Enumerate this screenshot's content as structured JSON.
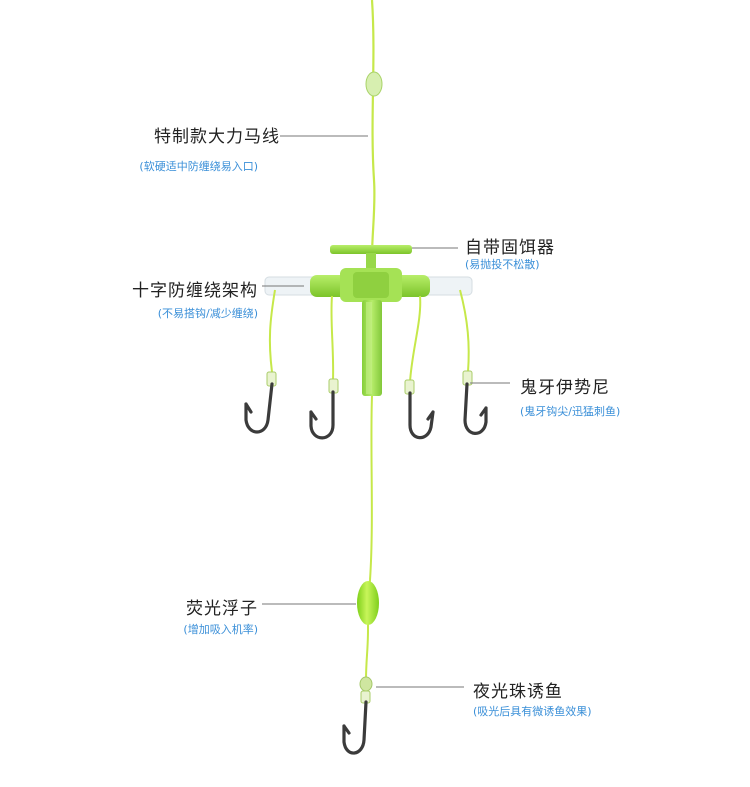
{
  "labels": {
    "line": {
      "title": "特制款大力马线",
      "desc": "(软硬适中防缠绕易入口)"
    },
    "bait_holder": {
      "title": "自带固饵器",
      "desc": "(易抛投不松散)"
    },
    "cross_frame": {
      "title": "十字防缠绕架构",
      "desc": "(不易搭钩/减少缠绕)"
    },
    "hooks": {
      "title": "鬼牙伊势尼",
      "desc": "(鬼牙钩尖/迅猛刺鱼)"
    },
    "float": {
      "title": "荧光浮子",
      "desc": "(增加吸入机率)"
    },
    "bead": {
      "title": "夜光珠诱鱼",
      "desc": "(吸光后具有微诱鱼效果)"
    }
  },
  "colors": {
    "line": "#c6e84a",
    "fluorescent": "#9ee32a",
    "frame": "#8fd83a",
    "hook": "#3b3b3b",
    "text_main": "#222222",
    "text_sub": "#3a8fd8",
    "pointer": "#777777"
  },
  "icons": [
    "fishing-line",
    "bait-holder-icon",
    "cross-frame-icon",
    "hook-icon",
    "float-icon",
    "bead-icon"
  ]
}
